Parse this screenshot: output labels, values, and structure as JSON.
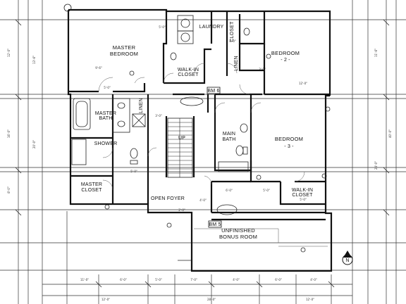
{
  "rooms": {
    "master_bedroom": [
      "MASTER",
      "BEDROOM"
    ],
    "laundry": "LAUNDRY",
    "closet_top": "CLOSET",
    "linen_top": "LINEN",
    "bedroom2": [
      "BEDROOM",
      "- 2 -"
    ],
    "walkin_closet_master": [
      "WALK-IN",
      "CLOSET"
    ],
    "master_bath": [
      "MASTER",
      "BATH"
    ],
    "linen_master": "LINEN",
    "shower": "SHOWER",
    "master_closet": [
      "MASTER",
      "CLOSET"
    ],
    "main_bath": [
      "MAIN",
      "BATH"
    ],
    "bedroom3": [
      "BEDROOM",
      "- 3 -"
    ],
    "walkin_closet_b3": [
      "WALK-IN",
      "CLOSET"
    ],
    "open_foyer": "OPEN FOYER",
    "bonus_room": [
      "UNFINISHED",
      "BONUS ROOM"
    ],
    "up_arrow": "UP"
  },
  "tags": {
    "bm_upper": "BM 6",
    "bm_lower": "BM 5"
  },
  "compass_letter": "N"
}
